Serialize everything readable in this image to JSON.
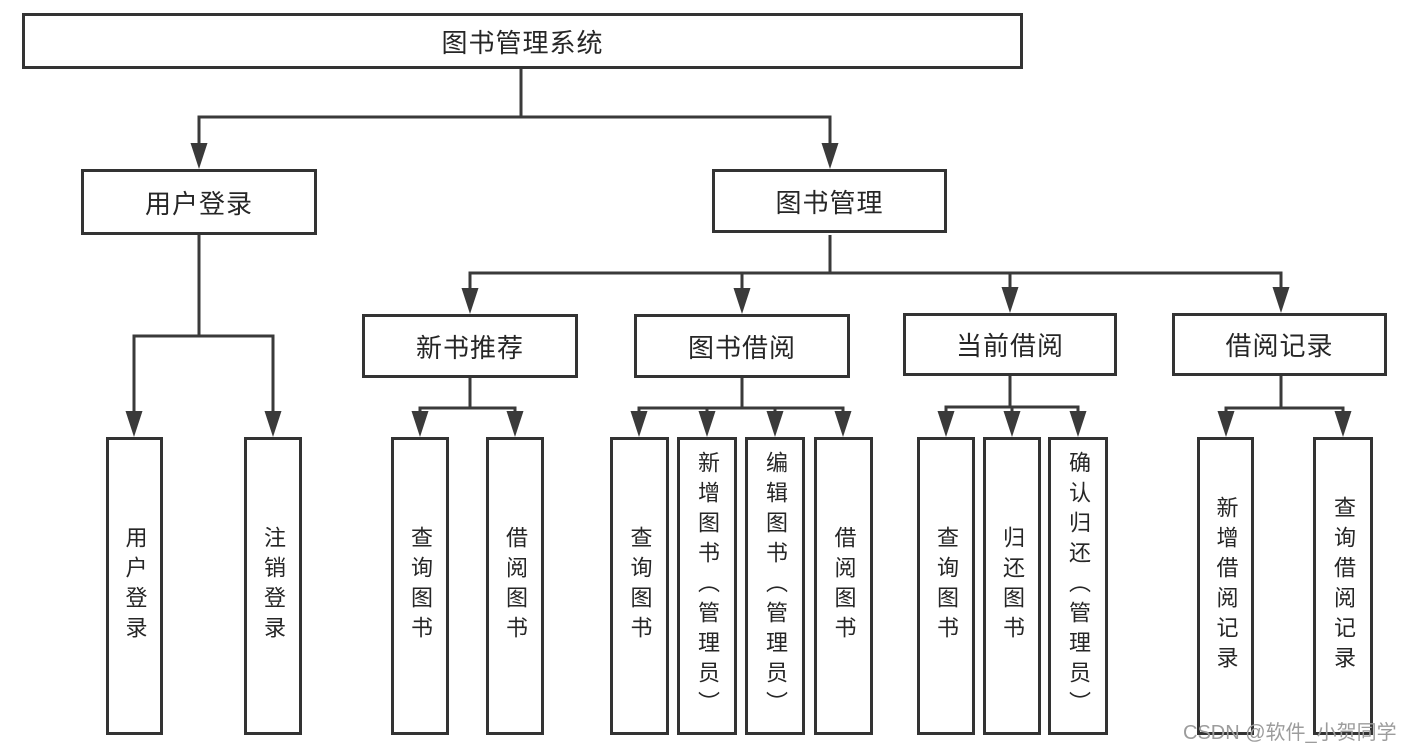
{
  "diagram": {
    "type": "hierarchy-tree",
    "colors": {
      "line": "#3a3a3a",
      "box_border": "#333333",
      "box_background": "#ffffff",
      "text": "#262626",
      "watermark": "#9c9c9c"
    },
    "nodes": {
      "root": {
        "label": "图书管理系统"
      },
      "level2": [
        {
          "label": "用户登录",
          "parent": "图书管理系统"
        },
        {
          "label": "图书管理",
          "parent": "图书管理系统"
        }
      ],
      "level3": [
        {
          "label": "新书推荐",
          "parent": "图书管理"
        },
        {
          "label": "图书借阅",
          "parent": "图书管理"
        },
        {
          "label": "当前借阅",
          "parent": "图书管理"
        },
        {
          "label": "借阅记录",
          "parent": "图书管理"
        }
      ],
      "leaves": [
        {
          "label": "用户登录",
          "parent": "用户登录"
        },
        {
          "label": "注销登录",
          "parent": "用户登录"
        },
        {
          "label": "查询图书",
          "parent": "新书推荐"
        },
        {
          "label": "借阅图书",
          "parent": "新书推荐"
        },
        {
          "label": "查询图书",
          "parent": "图书借阅"
        },
        {
          "label": "新增图书（管理员）",
          "parent": "图书借阅"
        },
        {
          "label": "编辑图书（管理员）",
          "parent": "图书借阅"
        },
        {
          "label": "借阅图书",
          "parent": "图书借阅"
        },
        {
          "label": "查询图书",
          "parent": "当前借阅"
        },
        {
          "label": "归还图书",
          "parent": "当前借阅"
        },
        {
          "label": "确认归还（管理员）",
          "parent": "当前借阅"
        },
        {
          "label": "新增借阅记录",
          "parent": "借阅记录"
        },
        {
          "label": "查询借阅记录",
          "parent": "借阅记录"
        }
      ]
    }
  },
  "watermark": {
    "text": "CSDN @软件_小贺同学"
  }
}
